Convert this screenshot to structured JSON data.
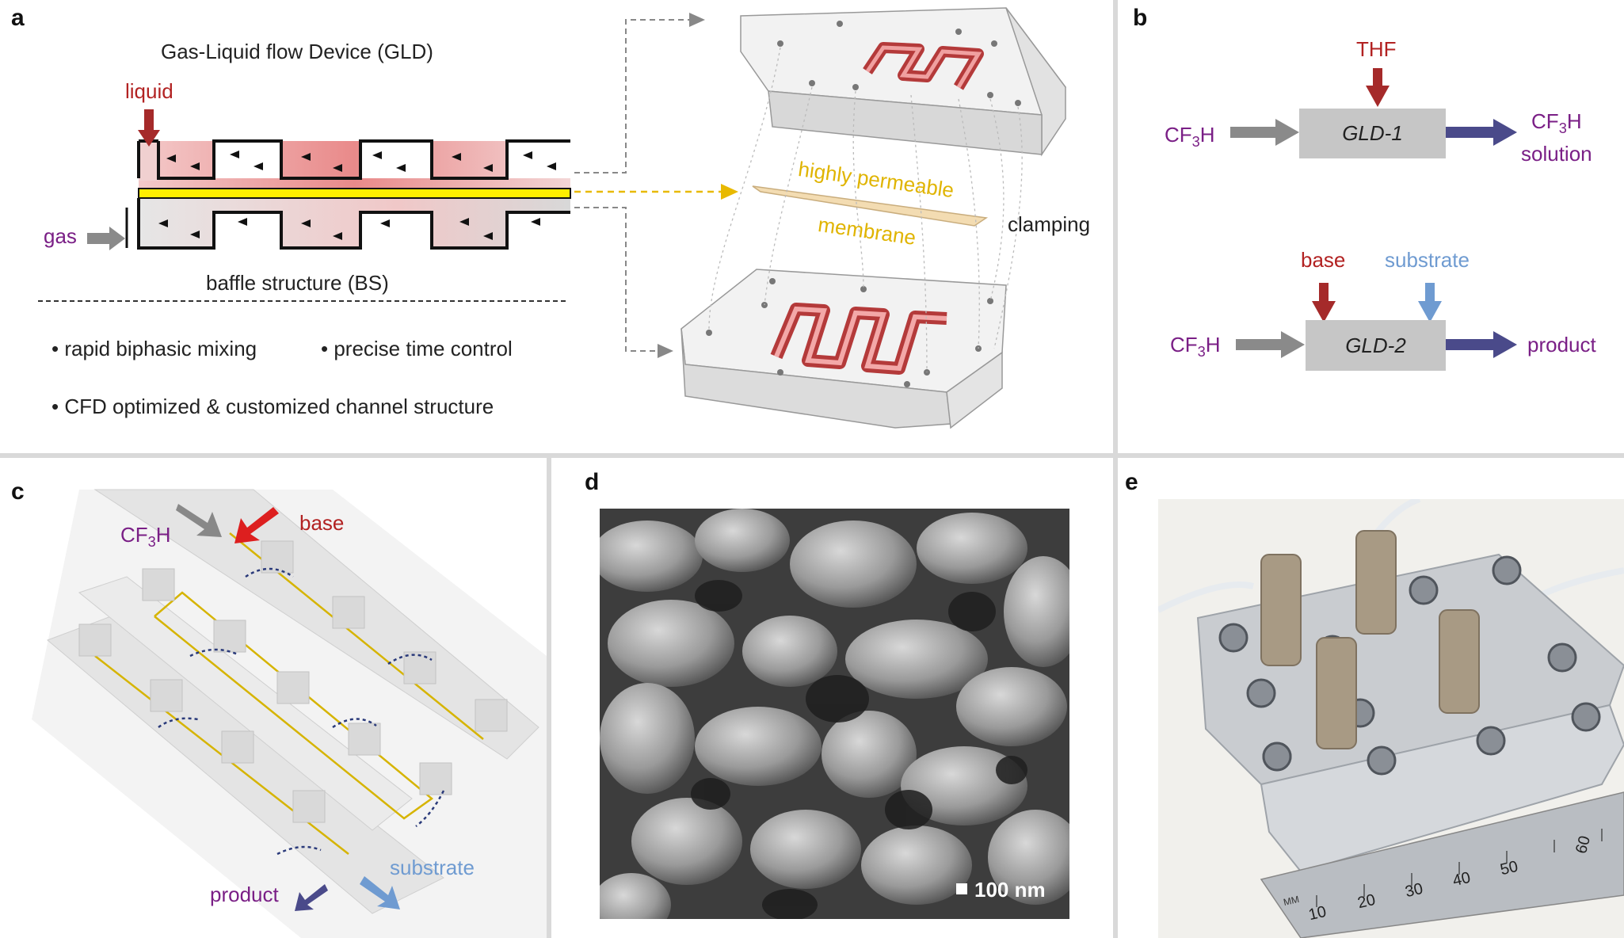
{
  "panels": {
    "a": {
      "letter": "a",
      "title": "Gas-Liquid flow Device (GLD)",
      "liquid_label": "liquid",
      "gas_label": "gas",
      "bs_label": "baffle structure (BS)",
      "bullet_1": "rapid biphasic mixing",
      "bullet_2": "precise time control",
      "bullet_3": "CFD optimized & customized channel structure",
      "membrane_label_1": "highly permeable",
      "membrane_label_2": "membrane",
      "clamping_label": "clamping"
    },
    "b": {
      "letter": "b",
      "thf_label": "THF",
      "cf3h_1": "CF",
      "cf3h_1_sub": "3",
      "cf3h_1_tail": "H",
      "gld1": "GLD-1",
      "solution_top": "CF",
      "solution_sub": "3",
      "solution_tail": "H",
      "solution_bottom": "solution",
      "base_label": "base",
      "substrate_label": "substrate",
      "cf3h_2": "CF",
      "cf3h_2_sub": "3",
      "cf3h_2_tail": "H",
      "gld2": "GLD-2",
      "product_label": "product"
    },
    "c": {
      "letter": "c",
      "cf3h": "CF",
      "cf3h_sub": "3",
      "cf3h_tail": "H",
      "base": "base",
      "product": "product",
      "substrate": "substrate"
    },
    "d": {
      "letter": "d",
      "scale_label": "100 nm"
    },
    "e": {
      "letter": "e",
      "ruler_unit": "MM",
      "ruler_ticks": [
        "10",
        "20",
        "30",
        "40",
        "50",
        "60"
      ]
    }
  },
  "colors": {
    "purple": "#7a1f86",
    "red": "#b22222",
    "blue": "#6f9bd1",
    "gold": "#e0b400",
    "box_gray": "#c6c6c6",
    "arrow_gray": "#8a8a8a",
    "arrow_navy": "#4a4a8a"
  }
}
